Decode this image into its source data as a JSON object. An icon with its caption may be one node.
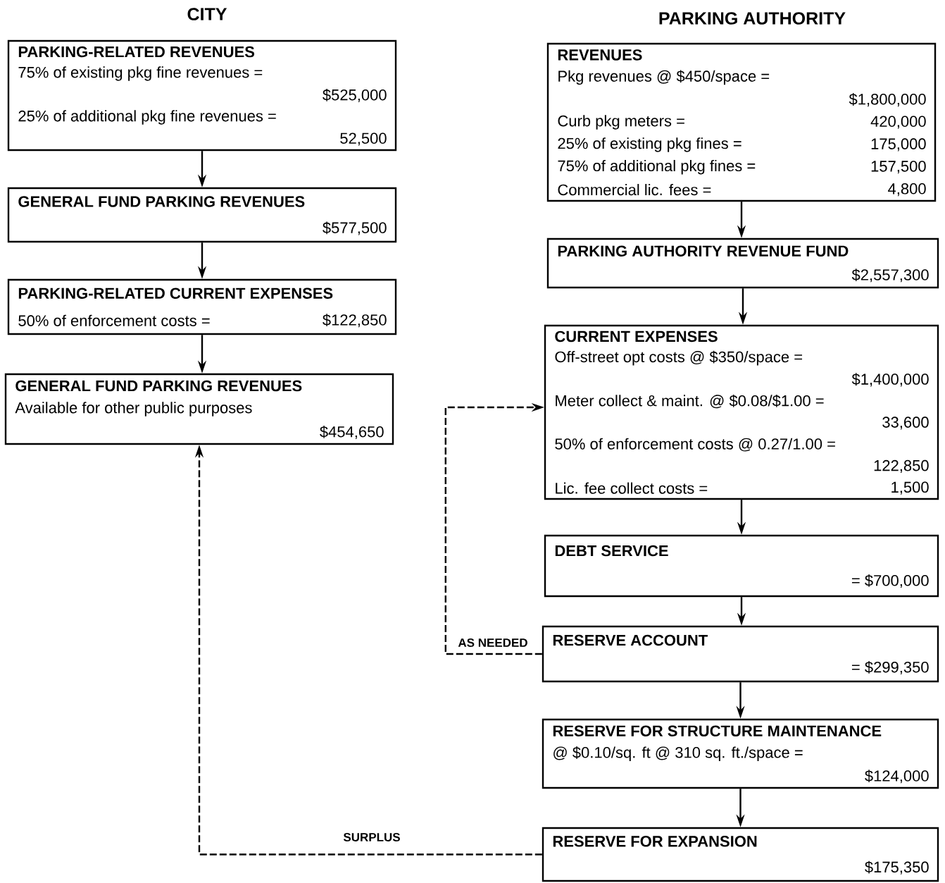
{
  "diagram": {
    "nodes": [
      {
        "text": [
          "PARKING-RELATED REVENUES",
          "75% of existing pkg fine revenues =",
          "$525,000",
          "25% of additional pkg fine revenues =",
          "52,500"
        ]
      },
      {
        "text": [
          "GENERAL FUND PARKING REVENUES",
          "$577,500"
        ]
      },
      {
        "text": [
          "PARKING-RELATED CURRENT EXPENSES",
          "50% of enforcement costs =",
          "$122,850"
        ]
      },
      {
        "text": [
          "GENERAL FUND PARKING REVENUES",
          "Available for other public purposes",
          "$454,650"
        ]
      },
      {
        "text": [
          "REVENUES",
          "Pkg revenues @ $450/space =",
          "$1,800,000",
          "Curb pkg meters =",
          "420,000",
          "25% of existing pkg fines =",
          "175,000",
          "75% of additional pkg fines =",
          "157,500",
          "Commercial lic. fees =",
          "4,800"
        ]
      },
      {
        "text": [
          "PARKING AUTHORITY REVENUE FUND",
          "$2,557,300"
        ]
      },
      {
        "text": [
          "CURRENT EXPENSES",
          "Off-street opt costs @ $350/space =",
          "$1,400,000",
          "Meter collect & maint. @ $0.08/$1.00 =",
          "33,600",
          "50% of enforcement costs @ 0.27/1.00 =",
          "122,850",
          "Lic. fee collect costs =",
          "1,500"
        ]
      },
      {
        "text": [
          "DEBT SERVICE",
          "= $700,000"
        ]
      },
      {
        "text": [
          "RESERVE ACCOUNT",
          "= $299,350"
        ]
      },
      {
        "text": [
          "RESERVE FOR STRUCTURE MAINTENANCE",
          "@ $0.10/sq. ft  @ 310 sq. ft./space =",
          "$124,000"
        ]
      },
      {
        "text": [
          "RESERVE FOR EXPANSION",
          "$175,350"
        ]
      }
    ],
    "edges": [
      {
        "from": 0,
        "to": 1,
        "arrow": "to"
      },
      {
        "from": 1,
        "to": 2,
        "arrow": "to"
      },
      {
        "from": 2,
        "to": 3,
        "arrow": "to"
      },
      {
        "from": 4,
        "to": 5,
        "arrow": "to"
      },
      {
        "from": 5,
        "to": 6,
        "arrow": "to"
      },
      {
        "from": 6,
        "to": 7,
        "arrow": "to"
      },
      {
        "from": 7,
        "to": 8,
        "arrow": "to"
      },
      {
        "from": 8,
        "to": 9,
        "arrow": "to"
      },
      {
        "from": 9,
        "to": 10,
        "arrow": "to"
      },
      {
        "from": 8,
        "to": 6,
        "arrow": "to",
        "style": "dashed",
        "label": "AS NEEDED"
      },
      {
        "from": 10,
        "to": 3,
        "arrow": "to",
        "style": "dashed",
        "label": "SURPLUS"
      }
    ],
    "labels": [
      "CITY",
      "PARKING AUTHORITY"
    ]
  }
}
